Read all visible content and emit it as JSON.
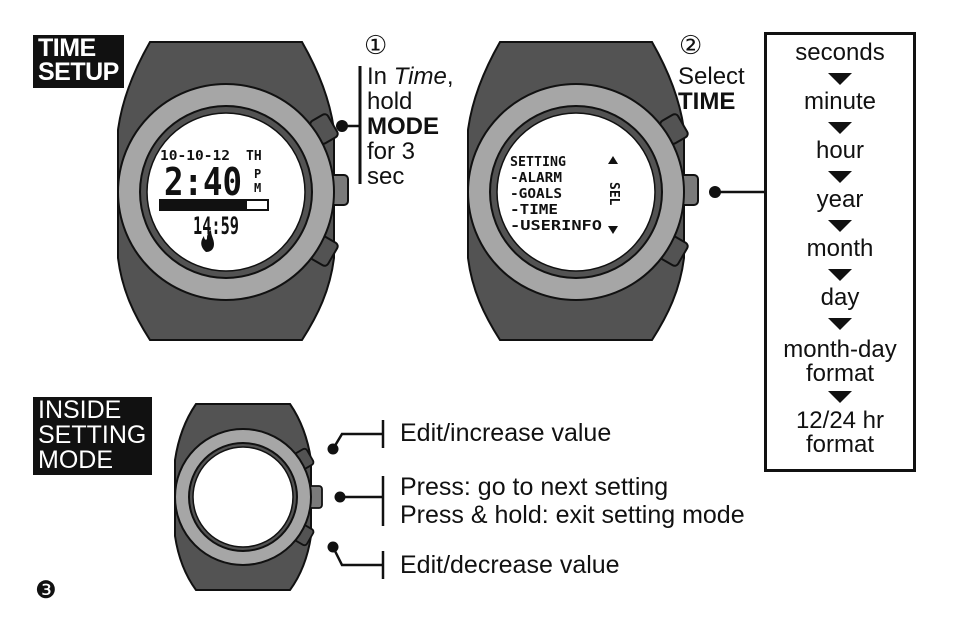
{
  "section_titles": {
    "time_setup": [
      "TIME",
      "SETUP"
    ],
    "inside_setting_mode": [
      "INSIDE",
      "SETTING",
      "MODE"
    ]
  },
  "step1": {
    "number": "①",
    "lines": {
      "l1a": "In ",
      "l1b": "Time",
      "l1c": ",",
      "l2": "hold",
      "l3": "MODE",
      "l4": "for 3",
      "l5": "sec"
    }
  },
  "step2": {
    "number": "②",
    "line1": "Select",
    "line2": "TIME"
  },
  "step3_number": "❸",
  "watch1_display": {
    "date": "10-10-12",
    "day": "TH",
    "time": "2:40",
    "ampm_top": "P",
    "ampm_bottom": "M",
    "timer": "14:59",
    "flame_icon": "flame-icon"
  },
  "watch2_display": {
    "menu": [
      "SETTING",
      "-ALARM",
      "-GOALS",
      "-TIME",
      "-USERINFO"
    ],
    "side": "SEL"
  },
  "time_settings_sequence": [
    "seconds",
    "minute",
    "hour",
    "year",
    "month",
    "day",
    "month-day format",
    "12/24 hr format"
  ],
  "button_functions": {
    "top": "Edit/increase value",
    "middle_press": "Press: go to next setting",
    "middle_hold": "Press & hold: exit setting mode",
    "bottom": "Edit/decrease value"
  },
  "colors": {
    "case": "#535353",
    "bezel": "#a6a6a6",
    "lens": "#ffffff",
    "ink": "#111111"
  }
}
